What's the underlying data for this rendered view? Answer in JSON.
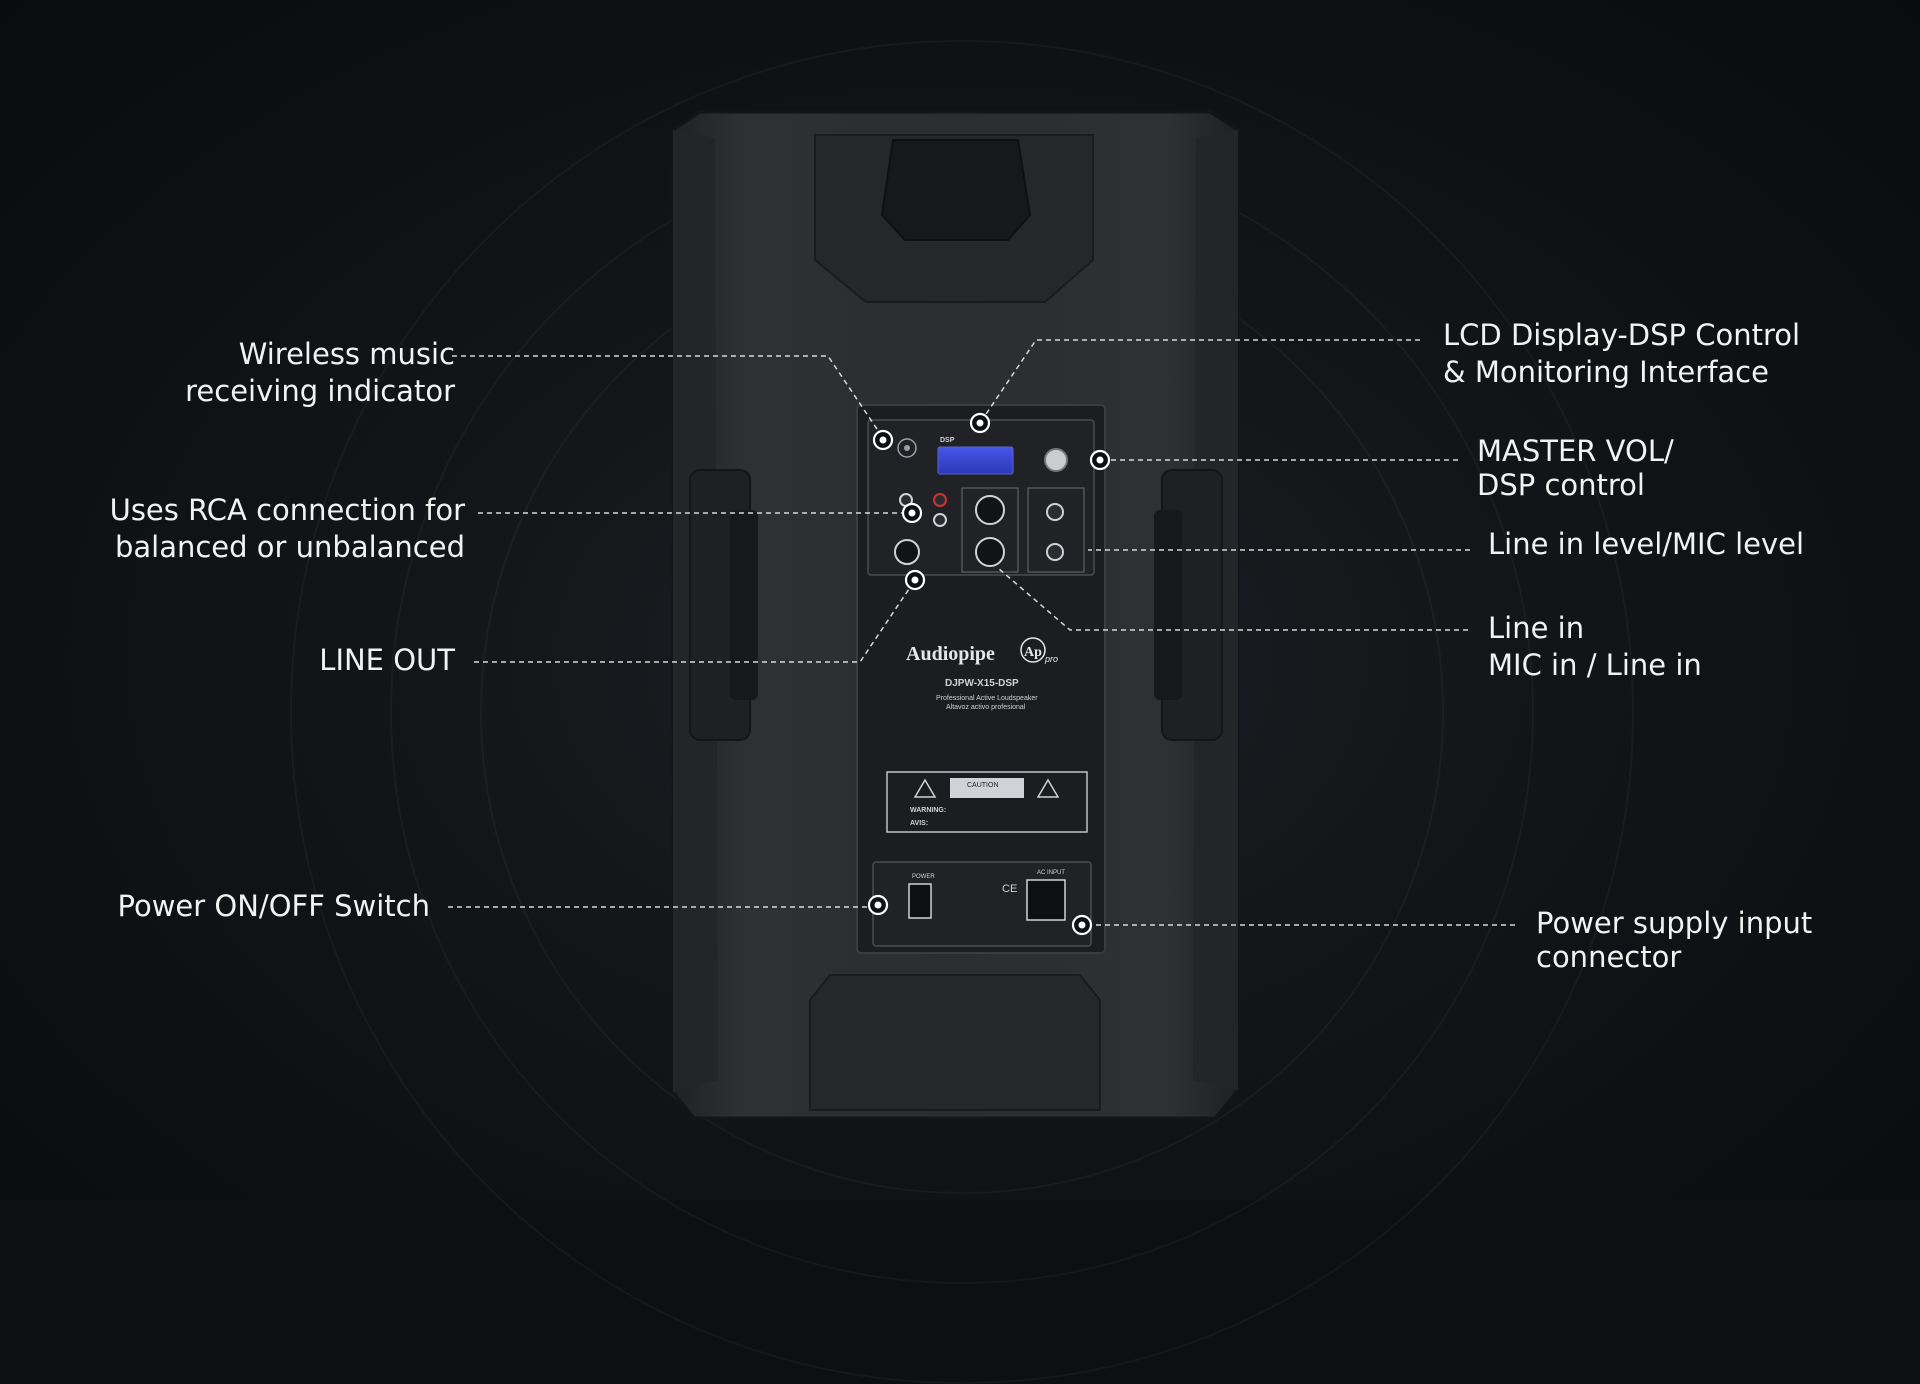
{
  "panel": {
    "brand": "Audiopipe",
    "brand_mark": "Ap",
    "brand_mark_sub": "pro",
    "model": "DJPW-X15-DSP",
    "subtitle_1": "Professional Active Loudspeaker",
    "subtitle_2": "Altavoz activo profesional",
    "dsp_label": "DSP",
    "caution": "CAUTION",
    "warning": "WARNING:",
    "avis": "AVIS:",
    "power": "POWER",
    "ac_input": "AC INPUT",
    "ce": "CE"
  },
  "callouts": {
    "wireless": [
      "Wireless music",
      "receiving indicator"
    ],
    "rca": [
      "Uses RCA connection for",
      "balanced or unbalanced"
    ],
    "line_out": [
      "LINE OUT"
    ],
    "power_switch": [
      "Power ON/OFF Switch"
    ],
    "lcd": [
      "LCD Display-DSP Control",
      "& Monitoring Interface"
    ],
    "master_vol": [
      "MASTER VOL/",
      "DSP control"
    ],
    "line_level": [
      "Line in level/MIC level"
    ],
    "line_in": [
      "Line in",
      "MIC in / Line in"
    ],
    "power_supply": [
      "Power supply  input",
      "connector"
    ]
  },
  "colors": {
    "background": "#0d0f12",
    "cabinet": "#2a2c30",
    "panel": "#1b1d20",
    "lcd": "#3a4ad6",
    "label": "#f2f2f2",
    "leader": "#d8d8d8"
  }
}
